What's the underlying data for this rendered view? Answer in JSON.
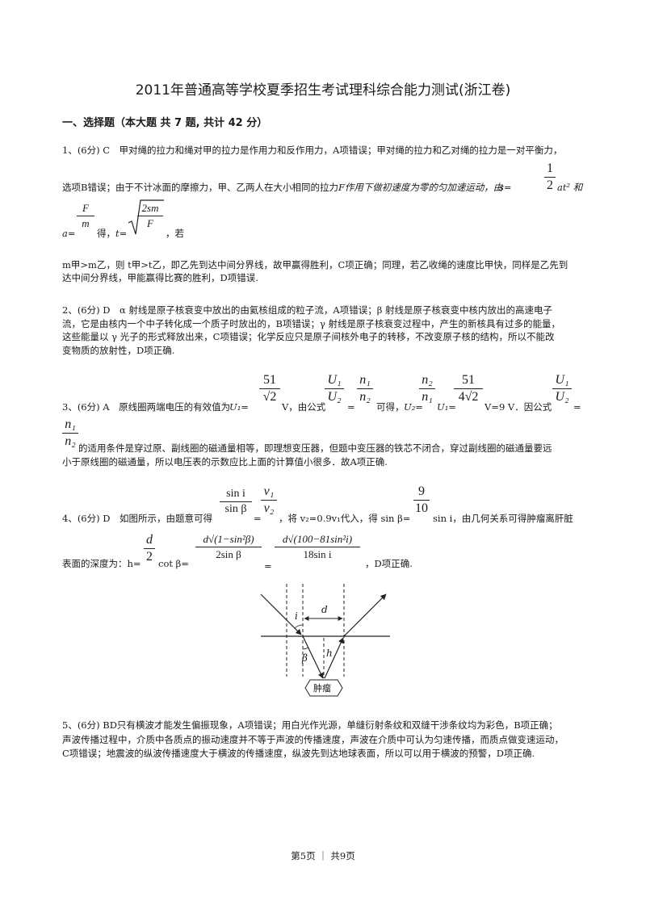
{
  "doc": {
    "title": "2011年普通高等学校夏季招生考试理科综合能力测试(浙江卷)",
    "section": "一、选择题（本大题 共 7 题, 共计 42 分）"
  },
  "q1": {
    "l1": "1、(6分) C　甲对绳的拉力和绳对甲的拉力是作用力和反作用力，A项错误；甲对绳的拉力和乙对绳的拉力是一对平衡力，",
    "l2a": "选项B错误；由于不计冰面的摩擦力，甲、乙两人在大小相同的拉力",
    "l2b": "F作用下做初速度为零的匀加速运动，由",
    "l2c": "s=",
    "l2half_num": "1",
    "l2half_den": "2",
    "l2d": "at² 和",
    "l3a": "a=",
    "l3_num": "F",
    "l3_den": "m",
    "l3b": "得，",
    "l3c": "t=",
    "l3sqrt_num": "2sm",
    "l3sqrt_den": "F",
    "l3d": "，若",
    "l4": "m甲>m乙，则 t甲>t乙，即乙先到达中间分界线，故甲赢得胜利，C项正确；同理，若乙收绳的速度比甲快，同样是乙先到",
    "l5": "达中间分界线，甲能赢得比赛的胜利，D项错误."
  },
  "q2": {
    "l1": "2、(6分) D　α 射线是原子核衰变中放出的由氦核组成的粒子流，A项错误；β 射线是原子核衰变中核内放出的高速电子",
    "l2": "流，它是由核内一个中子转化成一个质子时放出的，B项错误；γ 射线是原子核衰变过程中，产生的新核具有过多的能量，",
    "l3": "这些能量以 γ 光子的形式释放出来，C项错误；化学反应只是原子间核外电子的转移，不改变原子核的结构，所以不能改",
    "l4": "变物质的放射性，D项正确."
  },
  "q3": {
    "l1a": "3、(6分) A　原线圈两端电压的有效值为",
    "l1b": "U₁=",
    "f1_num": "51",
    "f1_den": "√2",
    "l1c": "V，由公式",
    "f2_num": "U₁",
    "f2_den": "U₂",
    "eq1": "=",
    "f3_num": "n₁",
    "f3_den": "n₂",
    "l1d": "可得，",
    "l1e": "U₂=",
    "f4_num": "n₂",
    "f4_den": "n₁",
    "l1f": "U₁=",
    "f5_num": "51",
    "f5_den": "4√2",
    "l1g": "V=9 V．因公式",
    "f6_num": "U₁",
    "f6_den": "U₂",
    "eq2": "=",
    "f7_num": "n₁",
    "f7_den": "n₂",
    "l2": "的适用条件是穿过原、副线圈的磁通量相等，即理想变压器，但题中变压器的铁芯不闭合，穿过副线圈的磁通量要远",
    "l3": "小于原线圈的磁通量，所以电压表的示数应比上面的计算值小很多．故A项正确."
  },
  "q4": {
    "l1a": "4、(6分) D　如图所示，由题意可得",
    "f1_num": "sin i",
    "f1_den": "sin β",
    "eq1": "=",
    "f2_num": "v₁",
    "f2_den": "v₂",
    "l1b": "，将 v₂=0.9v₁代入，得 sin β=",
    "f3_num": "9",
    "f3_den": "10",
    "l1c": "sin i，由几何关系可得肿瘤离肝脏",
    "l2a": "表面的深度为：h=",
    "f4_num": "d",
    "f4_den": "2",
    "l2b": "cot β=",
    "f5_num": "d√(1−sin²β)",
    "f5_den": "2sin β",
    "eq2": "=",
    "f6_num": "d√(100−81sin²i)",
    "f6_den": "18sin i",
    "l2c": "，D项正确.",
    "fig_i": "i",
    "fig_d": "d",
    "fig_h": "h",
    "fig_beta": "β",
    "fig_tumor": "肿瘤"
  },
  "q5": {
    "l1": "5、(6分) BD只有横波才能发生偏振现象，A项错误；用白光作光源，单缝衍射条纹和双缝干涉条纹均为彩色，B项正确；",
    "l2": "声波传播过程中，介质中各质点的振动速度并不等于声波的传播速度，声波在介质中可认为匀速传播，而质点做变速运动，",
    "l3": "C项错误；地震波的纵波传播速度大于横波的传播速度，纵波先到达地球表面，所以可以用于横波的预警，D项正确."
  },
  "footer": {
    "text": "第5页 ｜ 共9页"
  }
}
